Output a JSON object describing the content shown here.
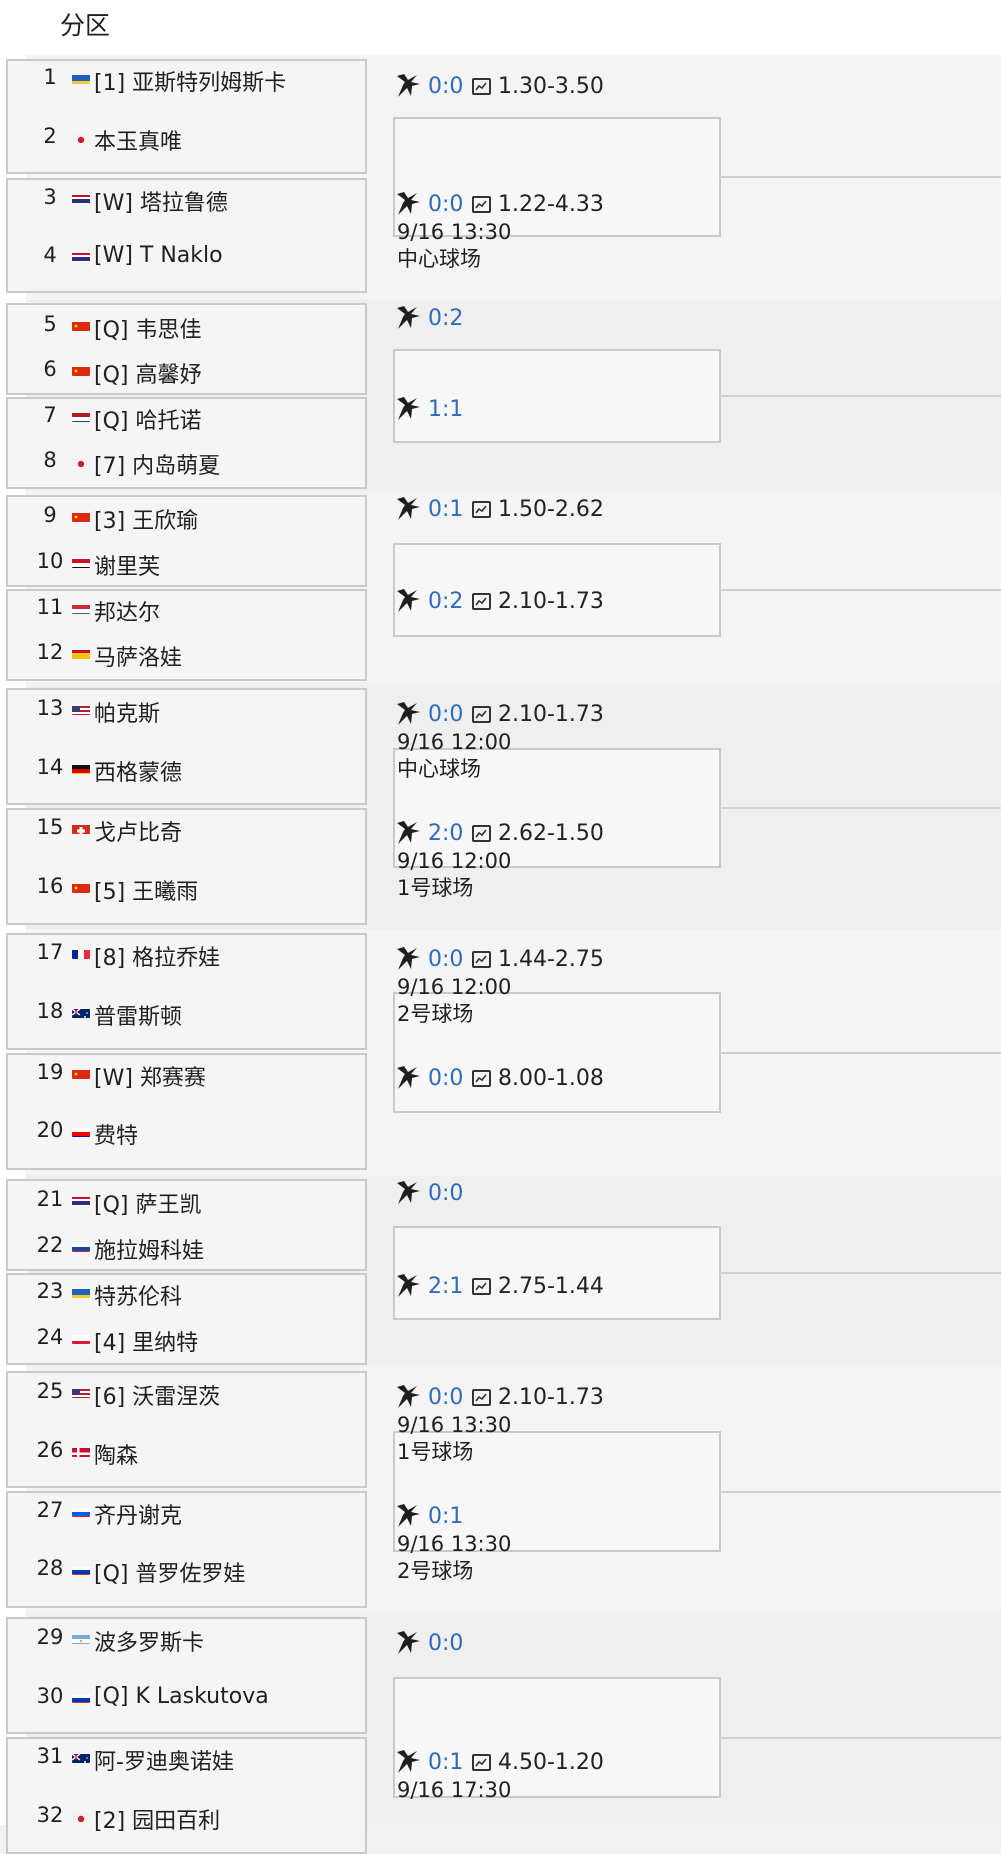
{
  "header": {
    "title": "分区"
  },
  "colors": {
    "score_blue": "#2e6bb8",
    "border": "#c9c9c9",
    "background": "#f2f2f2"
  },
  "icons": {
    "score": "racket-icon",
    "odds": "trend-chart-icon"
  },
  "groups": [
    {
      "players": [
        {
          "seed": "1",
          "flag": "UKR",
          "name": "[1] 亚斯特列姆斯卡"
        },
        {
          "seed": "2",
          "flag": "JPN",
          "name": "本玉真唯"
        },
        {
          "seed": "3",
          "flag": "THA",
          "name": "[W] 塔拉鲁德"
        },
        {
          "seed": "4",
          "flag": "THA",
          "name": "[W] T Naklo"
        }
      ],
      "matches": [
        {
          "score": "0:0",
          "odds": "1.30-3.50",
          "info": []
        },
        {
          "score": "0:0",
          "odds": "1.22-4.33",
          "info": [
            "9/16 13:30",
            "中心球场"
          ]
        }
      ]
    },
    {
      "players": [
        {
          "seed": "5",
          "flag": "CHN",
          "name": "[Q] 韦思佳"
        },
        {
          "seed": "6",
          "flag": "CHN",
          "name": "[Q] 高馨妤"
        },
        {
          "seed": "7",
          "flag": "NED",
          "name": "[Q] 哈托诺"
        },
        {
          "seed": "8",
          "flag": "JPN",
          "name": "[7] 内岛萌夏"
        }
      ],
      "matches": [
        {
          "score": "0:2",
          "odds": "",
          "info": []
        },
        {
          "score": "1:1",
          "odds": "",
          "info": []
        }
      ]
    },
    {
      "players": [
        {
          "seed": "9",
          "flag": "CHN",
          "name": "[3] 王欣瑜"
        },
        {
          "seed": "10",
          "flag": "EGY",
          "name": "谢里芙"
        },
        {
          "seed": "11",
          "flag": "HUN",
          "name": "邦达尔"
        },
        {
          "seed": "12",
          "flag": "ESP",
          "name": "马萨洛娃"
        }
      ],
      "matches": [
        {
          "score": "0:1",
          "odds": "1.50-2.62",
          "info": []
        },
        {
          "score": "0:2",
          "odds": "2.10-1.73",
          "info": []
        }
      ]
    },
    {
      "players": [
        {
          "seed": "13",
          "flag": "USA",
          "name": "帕克斯"
        },
        {
          "seed": "14",
          "flag": "GER",
          "name": "西格蒙德"
        },
        {
          "seed": "15",
          "flag": "SUI",
          "name": "戈卢比奇"
        },
        {
          "seed": "16",
          "flag": "CHN",
          "name": "[5] 王曦雨"
        }
      ],
      "matches": [
        {
          "score": "0:0",
          "odds": "2.10-1.73",
          "info": [
            "9/16 12:00",
            "中心球场"
          ]
        },
        {
          "score": "2:0",
          "odds": "2.62-1.50",
          "info": [
            "9/16 12:00",
            "1号球场"
          ]
        }
      ]
    },
    {
      "players": [
        {
          "seed": "17",
          "flag": "FRA",
          "name": "[8] 格拉乔娃"
        },
        {
          "seed": "18",
          "flag": "AUS",
          "name": "普雷斯顿"
        },
        {
          "seed": "19",
          "flag": "CHN",
          "name": "[W] 郑赛赛"
        },
        {
          "seed": "20",
          "flag": "CRO",
          "name": "费特"
        }
      ],
      "matches": [
        {
          "score": "0:0",
          "odds": "1.44-2.75",
          "info": [
            "9/16 12:00",
            "2号球场"
          ]
        },
        {
          "score": "0:0",
          "odds": "8.00-1.08",
          "info": []
        }
      ]
    },
    {
      "players": [
        {
          "seed": "21",
          "flag": "THA",
          "name": "[Q] 萨王凯"
        },
        {
          "seed": "22",
          "flag": "SVK",
          "name": "施拉姆科娃"
        },
        {
          "seed": "23",
          "flag": "UKR",
          "name": "特苏伦科"
        },
        {
          "seed": "24",
          "flag": "POL",
          "name": "[4] 里纳特"
        }
      ],
      "matches": [
        {
          "score": "0:0",
          "odds": "",
          "info": []
        },
        {
          "score": "2:1",
          "odds": "2.75-1.44",
          "info": []
        }
      ]
    },
    {
      "players": [
        {
          "seed": "25",
          "flag": "USA",
          "name": "[6] 沃雷涅茨"
        },
        {
          "seed": "26",
          "flag": "DEN",
          "name": "陶森"
        },
        {
          "seed": "27",
          "flag": "SLO",
          "name": "齐丹谢克"
        },
        {
          "seed": "28",
          "flag": "RUS",
          "name": "[Q] 普罗佐罗娃"
        }
      ],
      "matches": [
        {
          "score": "0:0",
          "odds": "2.10-1.73",
          "info": [
            "9/16 13:30",
            "1号球场"
          ]
        },
        {
          "score": "0:1",
          "odds": "",
          "info": [
            "9/16 13:30",
            "2号球场"
          ]
        }
      ]
    },
    {
      "players": [
        {
          "seed": "29",
          "flag": "ARG",
          "name": "波多罗斯卡"
        },
        {
          "seed": "30",
          "flag": "RUS",
          "name": "[Q] K Laskutova"
        },
        {
          "seed": "31",
          "flag": "AUS",
          "name": "阿-罗迪奥诺娃"
        },
        {
          "seed": "32",
          "flag": "JPN",
          "name": "[2] 园田百利"
        }
      ],
      "matches": [
        {
          "score": "0:0",
          "odds": "",
          "info": []
        },
        {
          "score": "0:1",
          "odds": "4.50-1.20",
          "info": [
            "9/16 17:30"
          ]
        }
      ]
    }
  ]
}
